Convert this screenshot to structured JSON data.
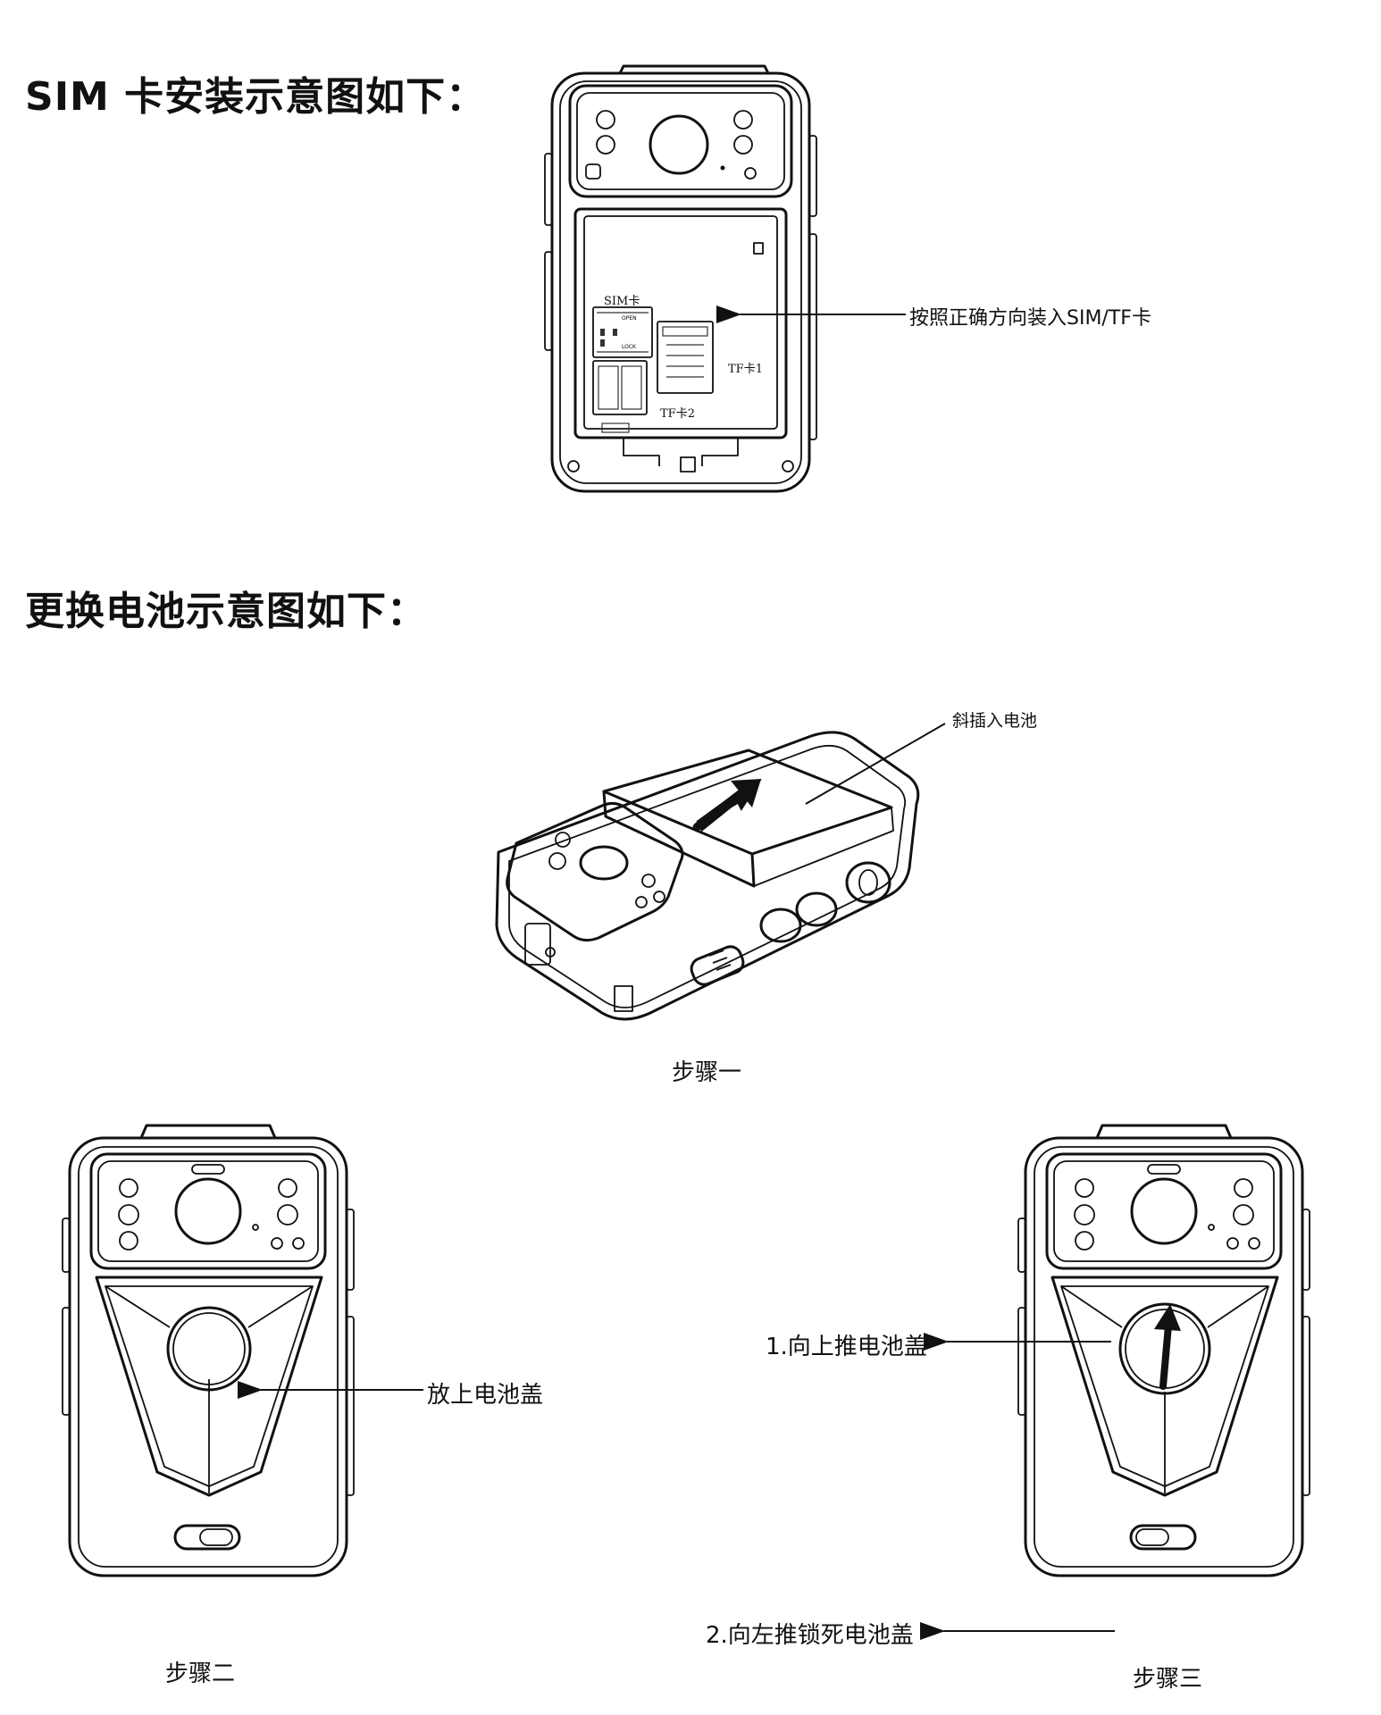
{
  "sections": {
    "sim_title": "SIM 卡安装示意图如下：",
    "battery_title": "更换电池示意图如下："
  },
  "sim_figure": {
    "callout": "按照正确方向装入SIM/TF卡",
    "sim_label": "SIM卡",
    "tf1_label": "TF卡1",
    "tf2_label": "TF卡2",
    "open_text": "OPEN",
    "lock_text": "LOCK"
  },
  "step1": {
    "callout": "斜插入电池",
    "caption": "步骤一"
  },
  "step2": {
    "callout": "放上电池盖",
    "caption": "步骤二"
  },
  "step3": {
    "callout_push_up": "1.向上推电池盖",
    "callout_lock": "2.向左推锁死电池盖",
    "caption": "步骤三"
  }
}
